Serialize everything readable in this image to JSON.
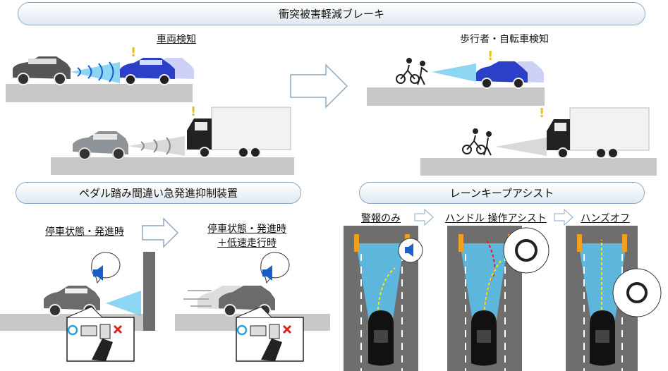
{
  "sections": {
    "brake": {
      "title": "衝突被害軽減ブレーキ",
      "vehicle_label": "車両検知",
      "ped_label": "歩行者・自転車検知"
    },
    "pedal": {
      "title": "ペダル踏み間違い急発進抑制装置",
      "left_label": "停車状態・発進時",
      "right_label_line1": "停車状態・発進時",
      "right_label_line2": "＋低速走行時"
    },
    "lane": {
      "title": "レーンキープアシスト",
      "step1": "警報のみ",
      "step2": "ハンドル 操作アシスト",
      "step3": "ハンズオフ"
    }
  },
  "warning_mark": "!",
  "colors": {
    "pill_border": "#8aa9c4",
    "road": "#c8c8c8",
    "lane_road": "#6e6e6e",
    "beam": "#5bc3ee",
    "warning": "#e8c21a",
    "alert_red": "#e02020",
    "blue_car": "#2b3fc9"
  }
}
